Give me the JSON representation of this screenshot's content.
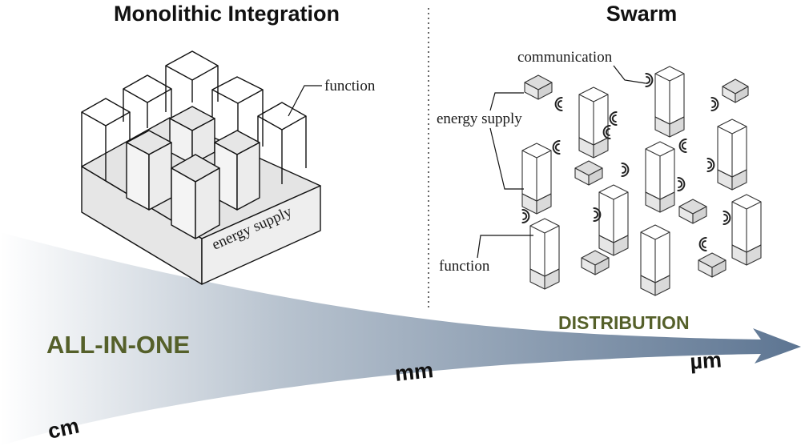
{
  "titles": {
    "left": "Monolithic Integration",
    "right": "Swarm"
  },
  "left_panel": {
    "function_label": "function",
    "energy_label": "energy supply"
  },
  "right_panel": {
    "communication_label": "communication",
    "energy_label": "energy supply",
    "function_label": "function"
  },
  "scale": {
    "left_label": "ALL-IN-ONE",
    "right_label": "DISTRIBUTION",
    "units": [
      "cm",
      "mm",
      "µm"
    ]
  },
  "colors": {
    "accent_text": "#55602a",
    "arrow_dark": "#6a7f98",
    "box_fill": "#e6e6e6"
  }
}
